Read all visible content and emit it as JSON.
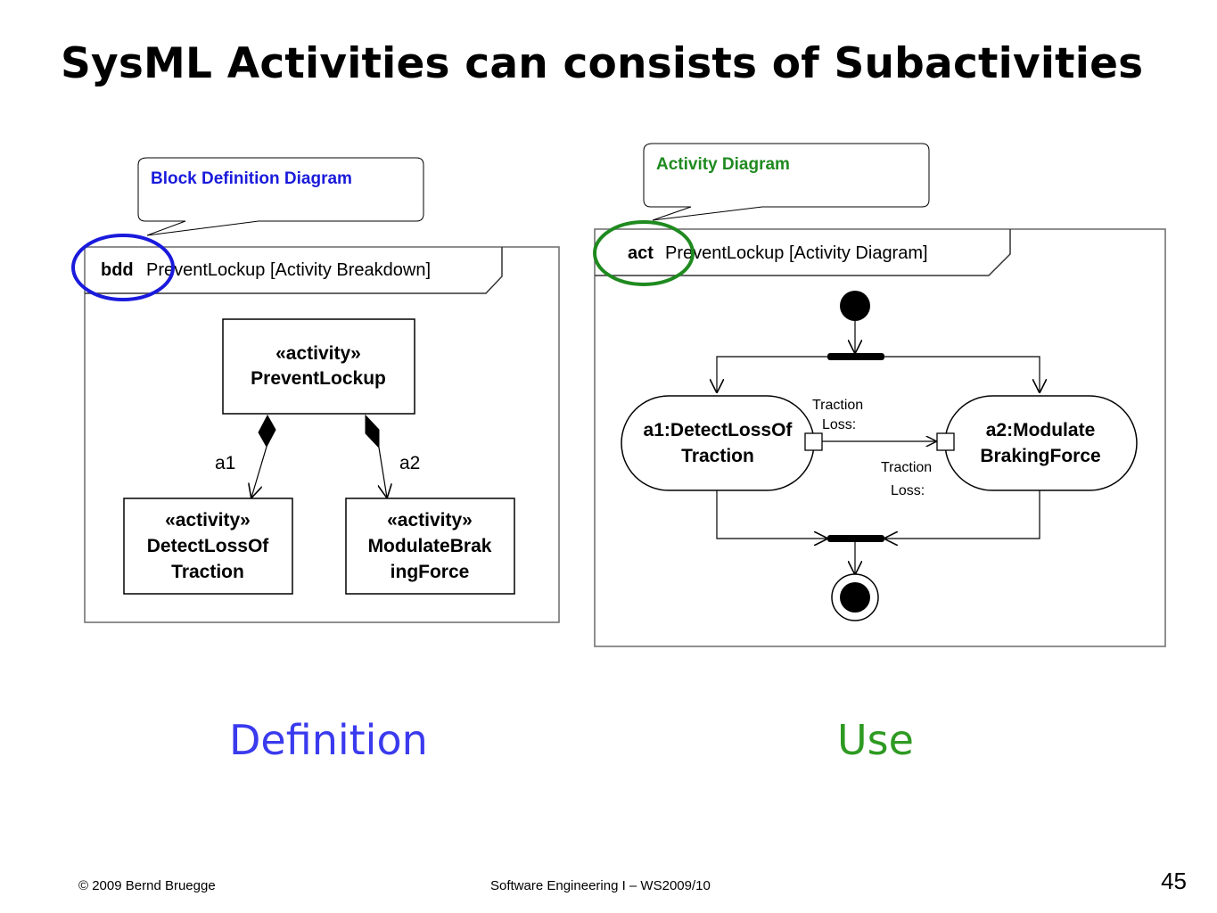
{
  "title": "SysML Activities can consists of Subactivities",
  "colors": {
    "definition_accent": "#1a1adc",
    "use_accent": "#1f8a1f",
    "definition_word": "#3a3aee",
    "use_word": "#2e9a22"
  },
  "callouts": {
    "bdd": "Block Definition Diagram",
    "act": "Activity Diagram"
  },
  "bdd": {
    "keyword": "bdd",
    "frame_title": "PreventLockup [Activity Breakdown]",
    "parent": {
      "stereotype": "«activity»",
      "name": "PreventLockup"
    },
    "child1": {
      "stereotype": "«activity»",
      "name_line1": "DetectLossOf",
      "name_line2": "Traction"
    },
    "child2": {
      "stereotype": "«activity»",
      "name_line1": "ModulateBrak",
      "name_line2": "ingForce"
    },
    "role1": "a1",
    "role2": "a2"
  },
  "act": {
    "keyword": "act",
    "frame_title": "PreventLockup [Activity Diagram]",
    "action1": {
      "line1": "a1:DetectLossOf",
      "line2": "Traction"
    },
    "action2": {
      "line1": "a2:Modulate",
      "line2": "BrakingForce"
    },
    "out_pin": {
      "line1": "Traction",
      "line2": "Loss:"
    },
    "in_pin": {
      "line1": "Traction",
      "line2": "Loss:"
    }
  },
  "labels": {
    "definition": "Definition",
    "use": "Use"
  },
  "footer": {
    "copyright": "© 2009 Bernd Bruegge",
    "course": "Software Engineering I – WS2009/10",
    "page_number": "45"
  }
}
